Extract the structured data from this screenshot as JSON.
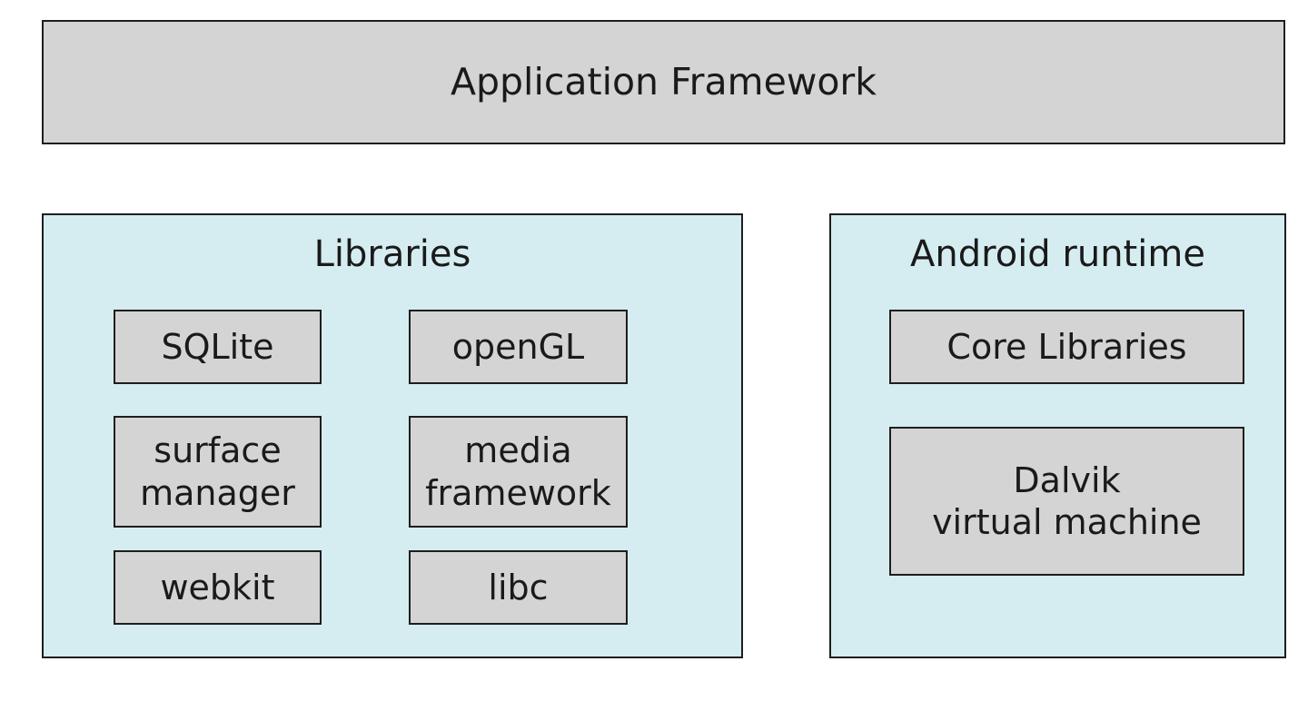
{
  "top_layer": {
    "label": "Application Framework"
  },
  "libraries": {
    "title": "Libraries",
    "items": [
      {
        "label": "SQLite"
      },
      {
        "label": "openGL"
      },
      {
        "label": "surface\nmanager"
      },
      {
        "label": "media\nframework"
      },
      {
        "label": "webkit"
      },
      {
        "label": "libc"
      }
    ]
  },
  "runtime": {
    "title": "Android runtime",
    "items": [
      {
        "label": "Core Libraries"
      },
      {
        "label": "Dalvik\nvirtual machine"
      }
    ]
  },
  "colors": {
    "layer_fill": "#d4d4d4",
    "group_fill": "#d5edf0",
    "border": "#1e1e1e"
  }
}
